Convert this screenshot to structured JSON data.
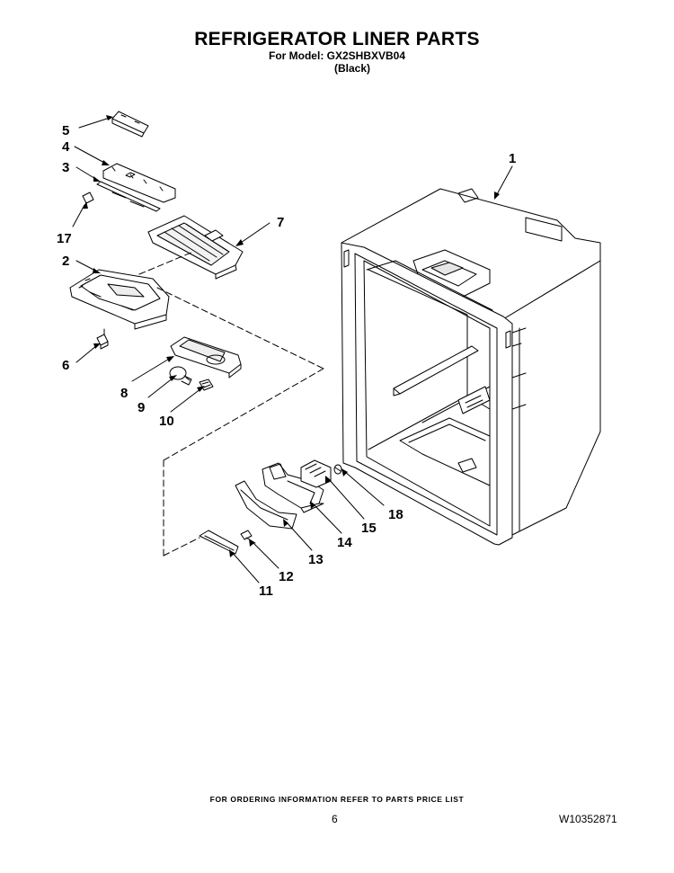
{
  "header": {
    "title": "REFRIGERATOR LINER PARTS",
    "model_line": "For Model: GX2SHBXVB04",
    "variant": "(Black)"
  },
  "callouts": [
    {
      "id": "1",
      "label": "1"
    },
    {
      "id": "2",
      "label": "2"
    },
    {
      "id": "3",
      "label": "3"
    },
    {
      "id": "4",
      "label": "4"
    },
    {
      "id": "5",
      "label": "5"
    },
    {
      "id": "6",
      "label": "6"
    },
    {
      "id": "7",
      "label": "7"
    },
    {
      "id": "8",
      "label": "8"
    },
    {
      "id": "9",
      "label": "9"
    },
    {
      "id": "10",
      "label": "10"
    },
    {
      "id": "11",
      "label": "11"
    },
    {
      "id": "12",
      "label": "12"
    },
    {
      "id": "13",
      "label": "13"
    },
    {
      "id": "14",
      "label": "14"
    },
    {
      "id": "15",
      "label": "15"
    },
    {
      "id": "17",
      "label": "17"
    },
    {
      "id": "18",
      "label": "18"
    }
  ],
  "footer": {
    "note": "FOR ORDERING INFORMATION REFER TO PARTS PRICE LIST",
    "page_number": "6",
    "doc_number": "W10352871"
  }
}
